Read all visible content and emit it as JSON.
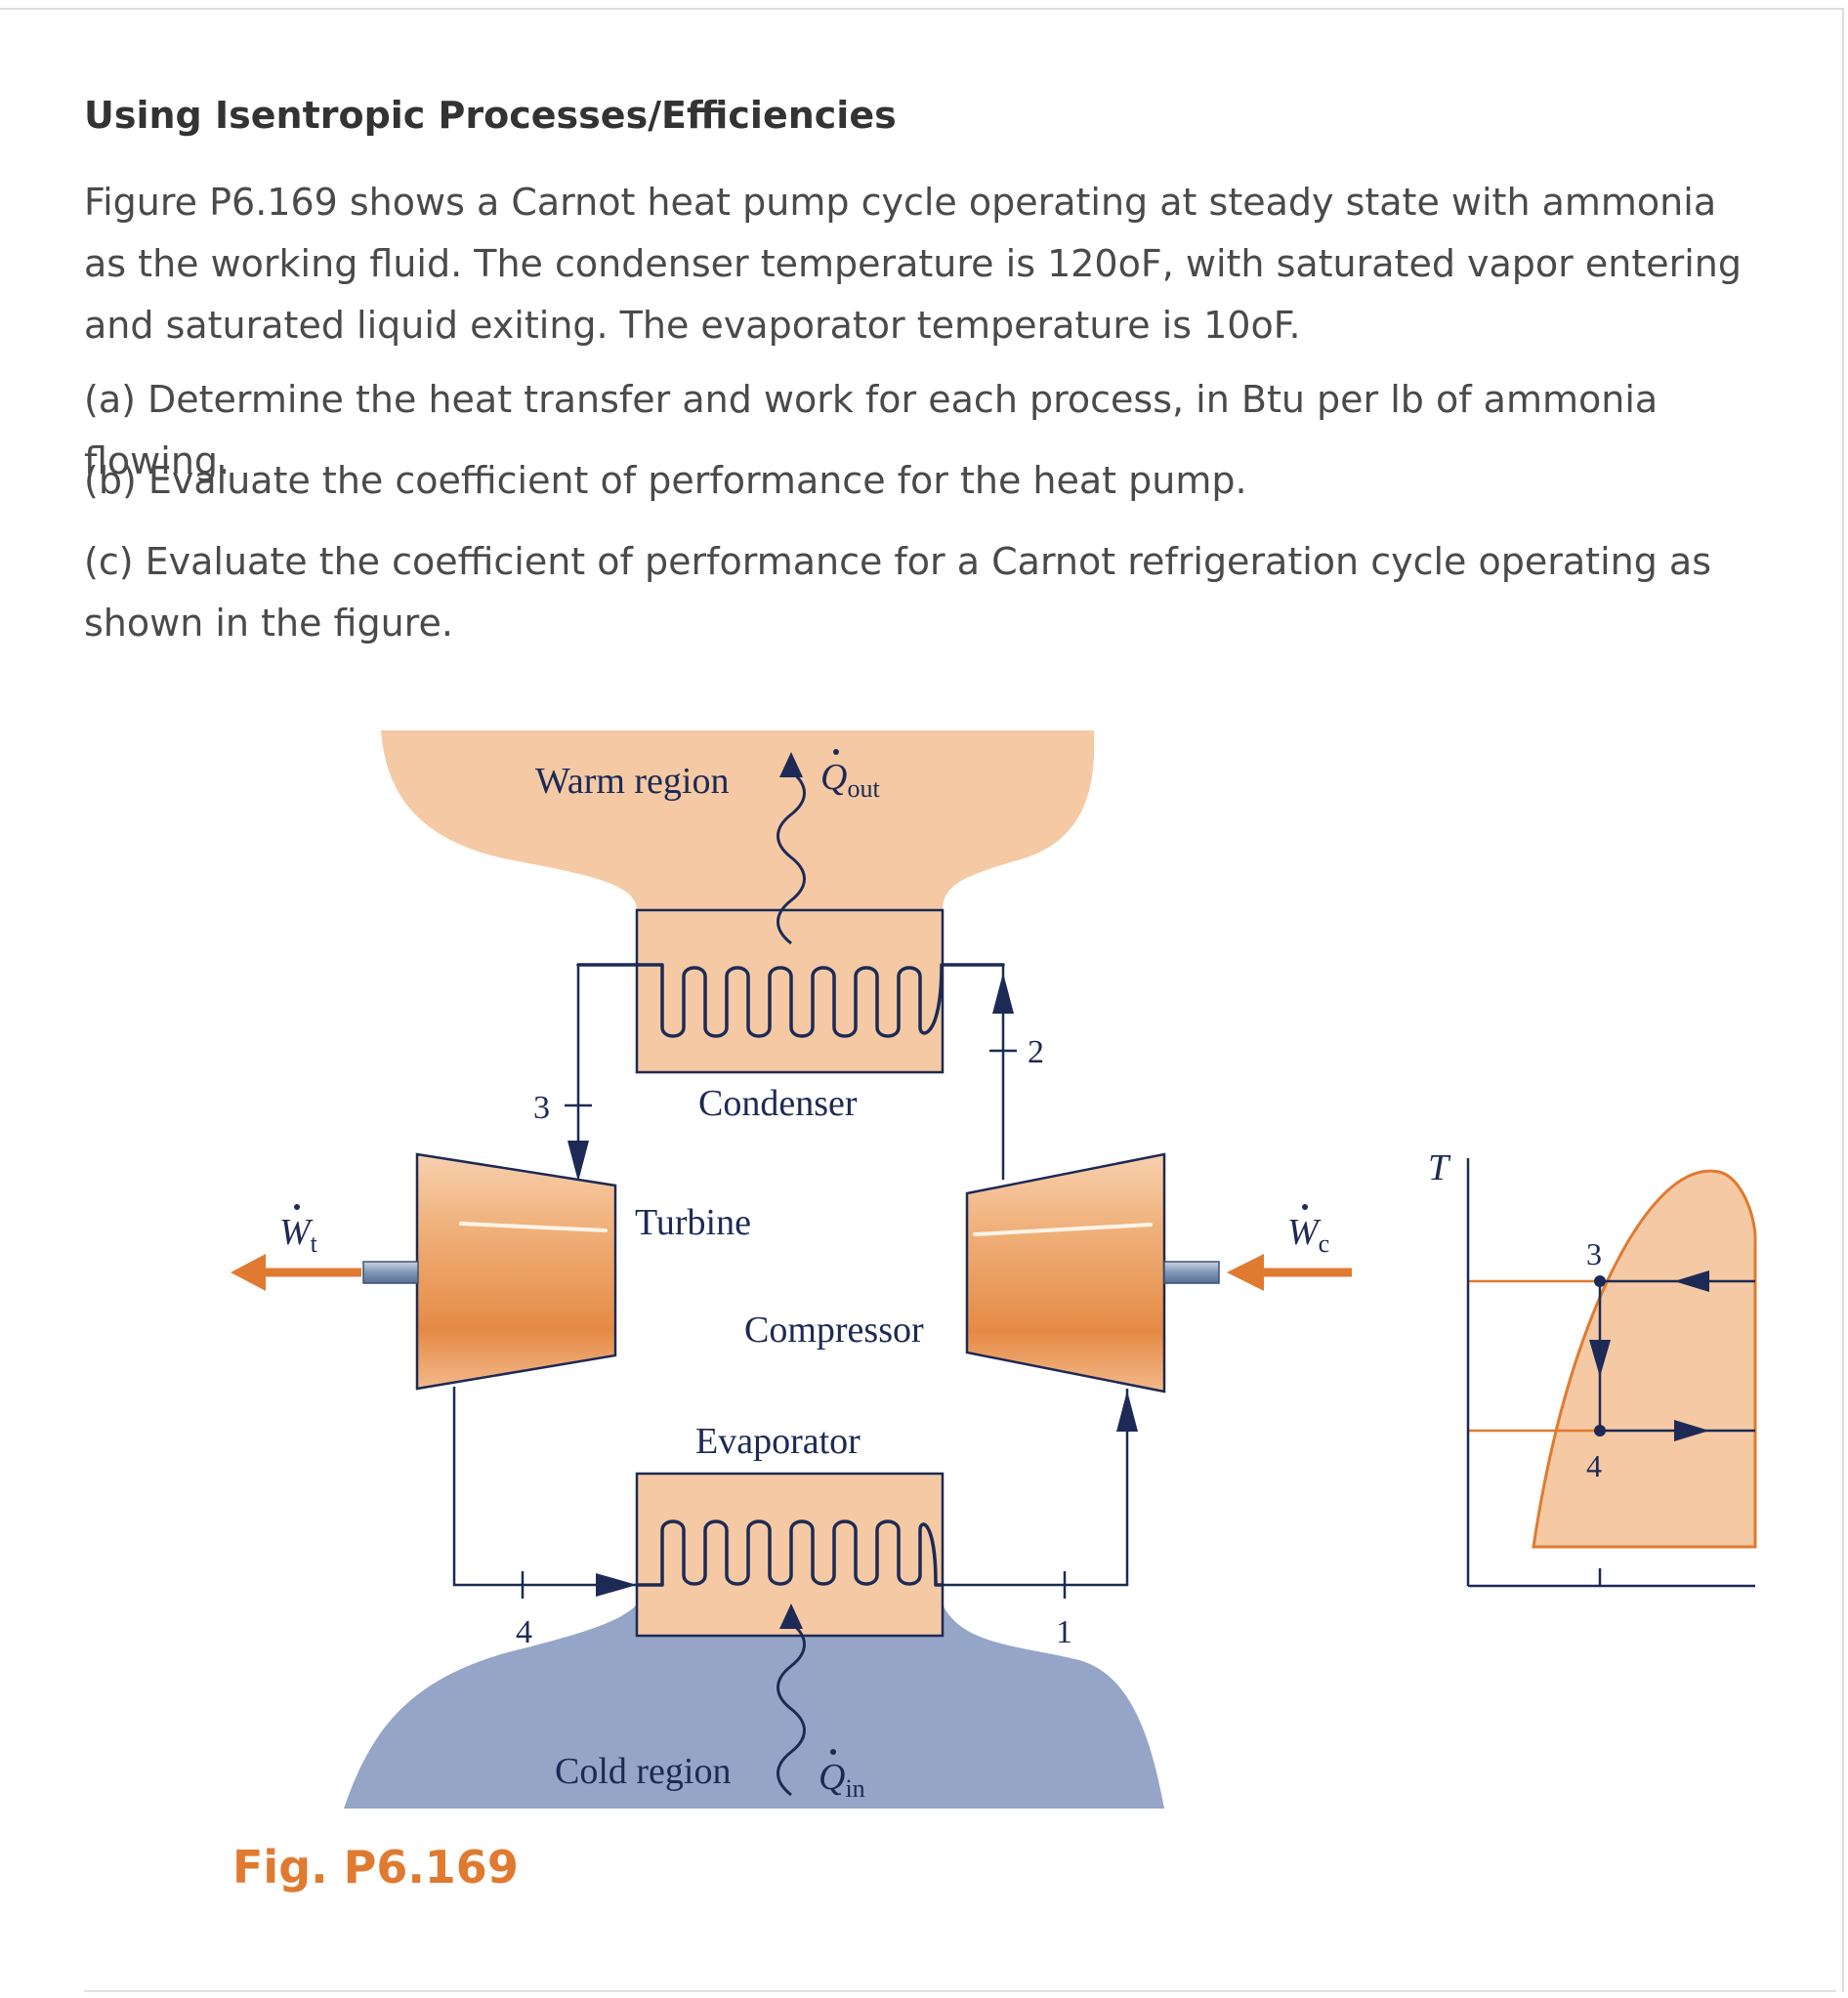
{
  "problem": {
    "heading": "Using Isentropic Processes/Efficiencies",
    "intro": "Figure P6.169 shows a Carnot heat pump cycle operating at steady state with ammonia as the working fluid. The condenser temperature is 120oF, with saturated vapor entering and saturated liquid exiting. The evaporator temperature is 10oF.",
    "part_a": "(a) Determine the heat transfer and work for each process, in Btu per lb of ammonia flowing.",
    "part_b": "(b) Evaluate the coefficient of performance for the heat pump.",
    "part_c": "(c) Evaluate the coefficient of performance for a Carnot refrigeration cycle operating as shown in the figure."
  },
  "figure": {
    "caption": "Fig. P6.169",
    "warm_region": "Warm region",
    "cold_region": "Cold region",
    "q_out": "Q",
    "q_out_sub": "out",
    "q_in": "Q",
    "q_in_sub": "in",
    "condenser": "Condenser",
    "evaporator": "Evaporator",
    "turbine": "Turbine",
    "compressor": "Compressor",
    "w_t": "W",
    "w_t_sub": "t",
    "w_c": "W",
    "w_c_sub": "c",
    "state_1": "1",
    "state_2": "2",
    "state_3": "3",
    "state_4": "4",
    "ts_axis_t": "T",
    "ts_state_3": "3",
    "ts_state_4": "4"
  },
  "colors": {
    "warm_fill": "#f4c9a4",
    "cold_fill": "#95a5c8",
    "orange_accent": "#e07a30",
    "caption_orange": "#e07a30",
    "line_navy": "#1c2a55"
  }
}
